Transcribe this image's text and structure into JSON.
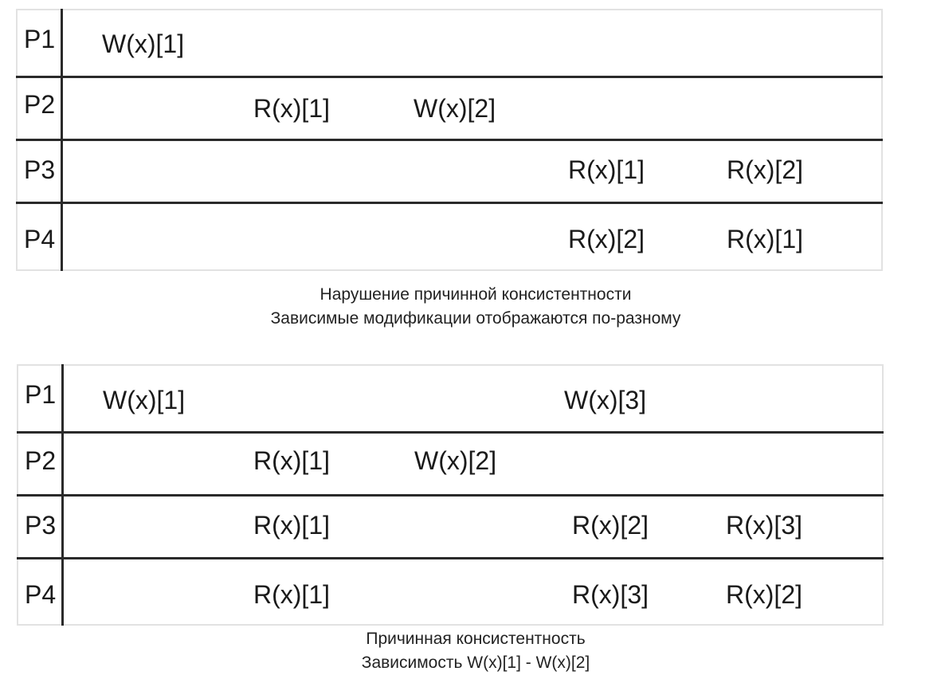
{
  "diagram1": {
    "rows": [
      {
        "process": "P1",
        "ops": [
          "W(x)[1]"
        ]
      },
      {
        "process": "P2",
        "ops": [
          "R(x)[1]",
          "W(x)[2]"
        ]
      },
      {
        "process": "P3",
        "ops": [
          "R(x)[1]",
          "R(x)[2]"
        ]
      },
      {
        "process": "P4",
        "ops": [
          "R(x)[2]",
          "R(x)[1]"
        ]
      }
    ],
    "caption_line1": "Нарушение причинной консистентности",
    "caption_line2": "Зависимые модификации отображаются по-разному"
  },
  "diagram2": {
    "rows": [
      {
        "process": "P1",
        "ops": [
          "W(x)[1]",
          "W(x)[3]"
        ]
      },
      {
        "process": "P2",
        "ops": [
          "R(x)[1]",
          "W(x)[2]"
        ]
      },
      {
        "process": "P3",
        "ops": [
          "R(x)[1]",
          "R(x)[2]",
          "R(x)[3]"
        ]
      },
      {
        "process": "P4",
        "ops": [
          "R(x)[1]",
          "R(x)[3]",
          "R(x)[2]"
        ]
      }
    ],
    "caption_line1": "Причинная консистентность",
    "caption_line2": "Зависимость W(x)[1] - W(x)[2]"
  }
}
